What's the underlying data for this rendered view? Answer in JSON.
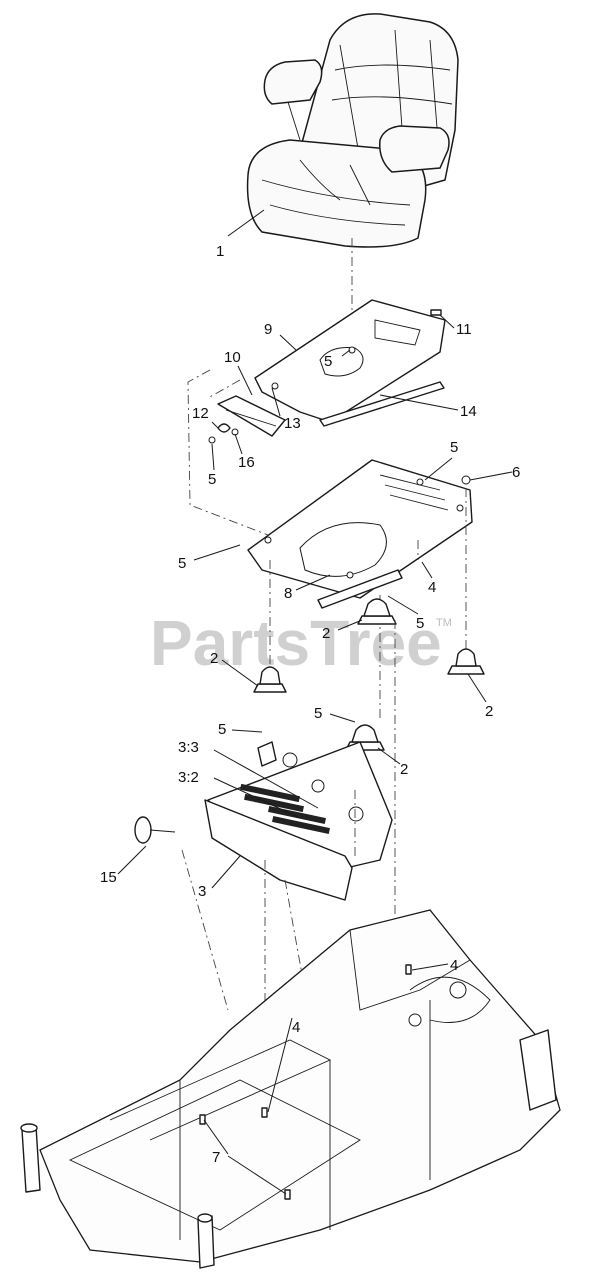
{
  "diagram": {
    "watermark": "PartsTree",
    "watermark_mark": "TM",
    "callouts": [
      {
        "id": "c-1",
        "label": "1"
      },
      {
        "id": "c-9",
        "label": "9"
      },
      {
        "id": "c-5a",
        "label": "5"
      },
      {
        "id": "c-11",
        "label": "11"
      },
      {
        "id": "c-10",
        "label": "10"
      },
      {
        "id": "c-13",
        "label": "13"
      },
      {
        "id": "c-14",
        "label": "14"
      },
      {
        "id": "c-12",
        "label": "12"
      },
      {
        "id": "c-16",
        "label": "16"
      },
      {
        "id": "c-5b",
        "label": "5"
      },
      {
        "id": "c-5c",
        "label": "5"
      },
      {
        "id": "c-6",
        "label": "6"
      },
      {
        "id": "c-5d",
        "label": "5"
      },
      {
        "id": "c-8",
        "label": "8"
      },
      {
        "id": "c-4a",
        "label": "4"
      },
      {
        "id": "c-2a",
        "label": "2"
      },
      {
        "id": "c-5e",
        "label": "5"
      },
      {
        "id": "c-2b",
        "label": "2"
      },
      {
        "id": "c-2c",
        "label": "2"
      },
      {
        "id": "c-5f",
        "label": "5"
      },
      {
        "id": "c-5g",
        "label": "5"
      },
      {
        "id": "c-3-3",
        "label": "3:3"
      },
      {
        "id": "c-2d",
        "label": "2"
      },
      {
        "id": "c-3-2",
        "label": "3:2"
      },
      {
        "id": "c-15",
        "label": "15"
      },
      {
        "id": "c-3",
        "label": "3"
      },
      {
        "id": "c-4b",
        "label": "4"
      },
      {
        "id": "c-4c",
        "label": "4"
      },
      {
        "id": "c-7",
        "label": "7"
      }
    ]
  }
}
